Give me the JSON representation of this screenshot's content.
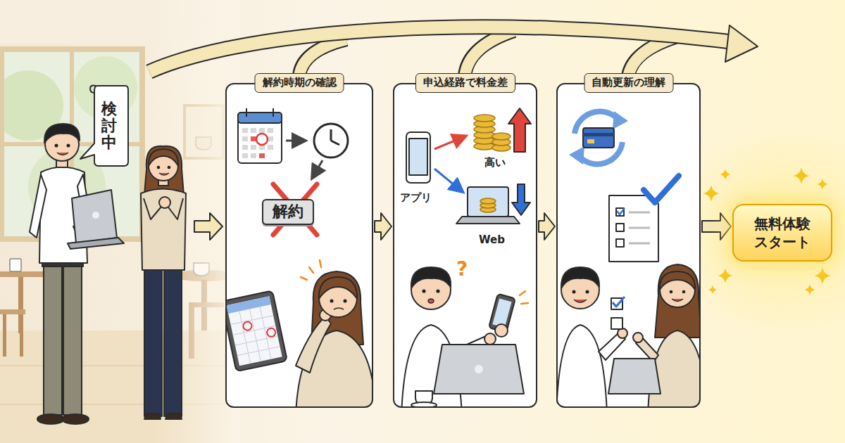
{
  "diagram": {
    "nodes": [
      {
        "text": [
          "検討中"
        ]
      },
      {
        "text": [
          "解約時期の確認"
        ]
      },
      {
        "text": [
          "解約"
        ],
        "in": 1
      },
      {
        "text": [
          "申込経路で料金差"
        ]
      },
      {
        "text": [
          "自動更新の理解"
        ]
      },
      {
        "text": [
          "無料体験 スタート"
        ]
      }
    ],
    "edges": [
      {
        "from": 1,
        "to": 3,
        "arrow": "to"
      },
      {
        "from": 3,
        "to": 4,
        "arrow": "to"
      },
      {
        "from": 4,
        "to": 5,
        "arrow": "to"
      }
    ],
    "labels": [
      "アプリ",
      "高い",
      "Web",
      "?"
    ]
  }
}
